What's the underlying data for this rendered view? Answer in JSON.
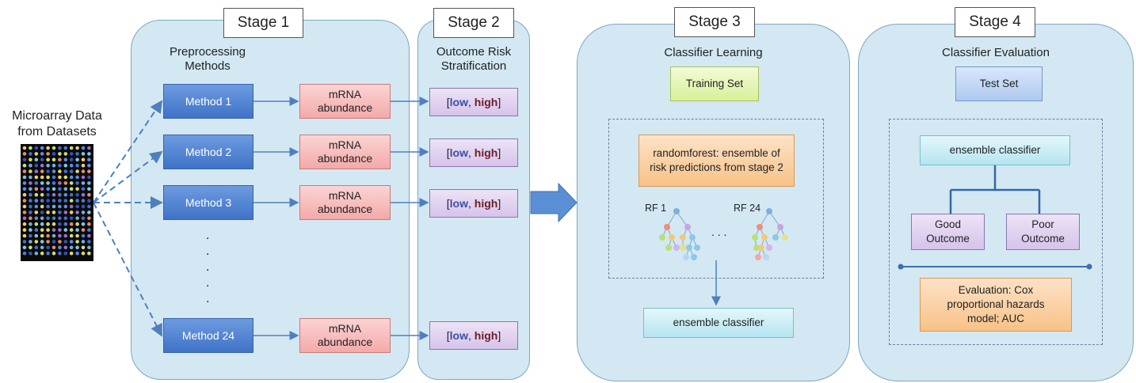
{
  "input": {
    "title_line1": "Microarray Data",
    "title_line2": "from Datasets"
  },
  "stage1": {
    "label": "Stage 1",
    "heading_line1": "Preprocessing",
    "heading_line2": "Methods",
    "methods": [
      "Method 1",
      "Method 2",
      "Method 3",
      "Method 24"
    ],
    "mrna_line1": "mRNA",
    "mrna_line2": "abundance",
    "ellipsis_dot": "."
  },
  "stage2": {
    "label": "Stage 2",
    "heading_line1": "Outcome Risk",
    "heading_line2": "Stratification",
    "open": "[",
    "low": "low",
    "sep": ", ",
    "high": "high",
    "close": "]"
  },
  "stage3": {
    "label": "Stage 3",
    "heading": "Classifier Learning",
    "training_set": "Training Set",
    "rf_line1": "randomforest: ensemble of",
    "rf_line2": "risk predictions from stage 2",
    "rf1": "RF 1",
    "rf24": "RF 24",
    "ellipsis": ". . .",
    "output": "ensemble classifier"
  },
  "stage4": {
    "label": "Stage 4",
    "heading": "Classifier Evaluation",
    "test_set": "Test Set",
    "classifier": "ensemble classifier",
    "good_line1": "Good",
    "good_line2": "Outcome",
    "poor_line1": "Poor",
    "poor_line2": "Outcome",
    "eval_line1": "Evaluation: Cox",
    "eval_line2": "proportional hazards",
    "eval_line3": "model; AUC"
  },
  "colors": {
    "panel": "#d3e8f2",
    "method": "#4a7fd0",
    "mrna": "#f4a9a9",
    "risk": "#d6c3ea",
    "training": "#d8f09a",
    "test": "#aec9f0",
    "ensemble": "#b5e4f0",
    "orange": "#f8c288",
    "arrow": "#5a8fd6"
  }
}
